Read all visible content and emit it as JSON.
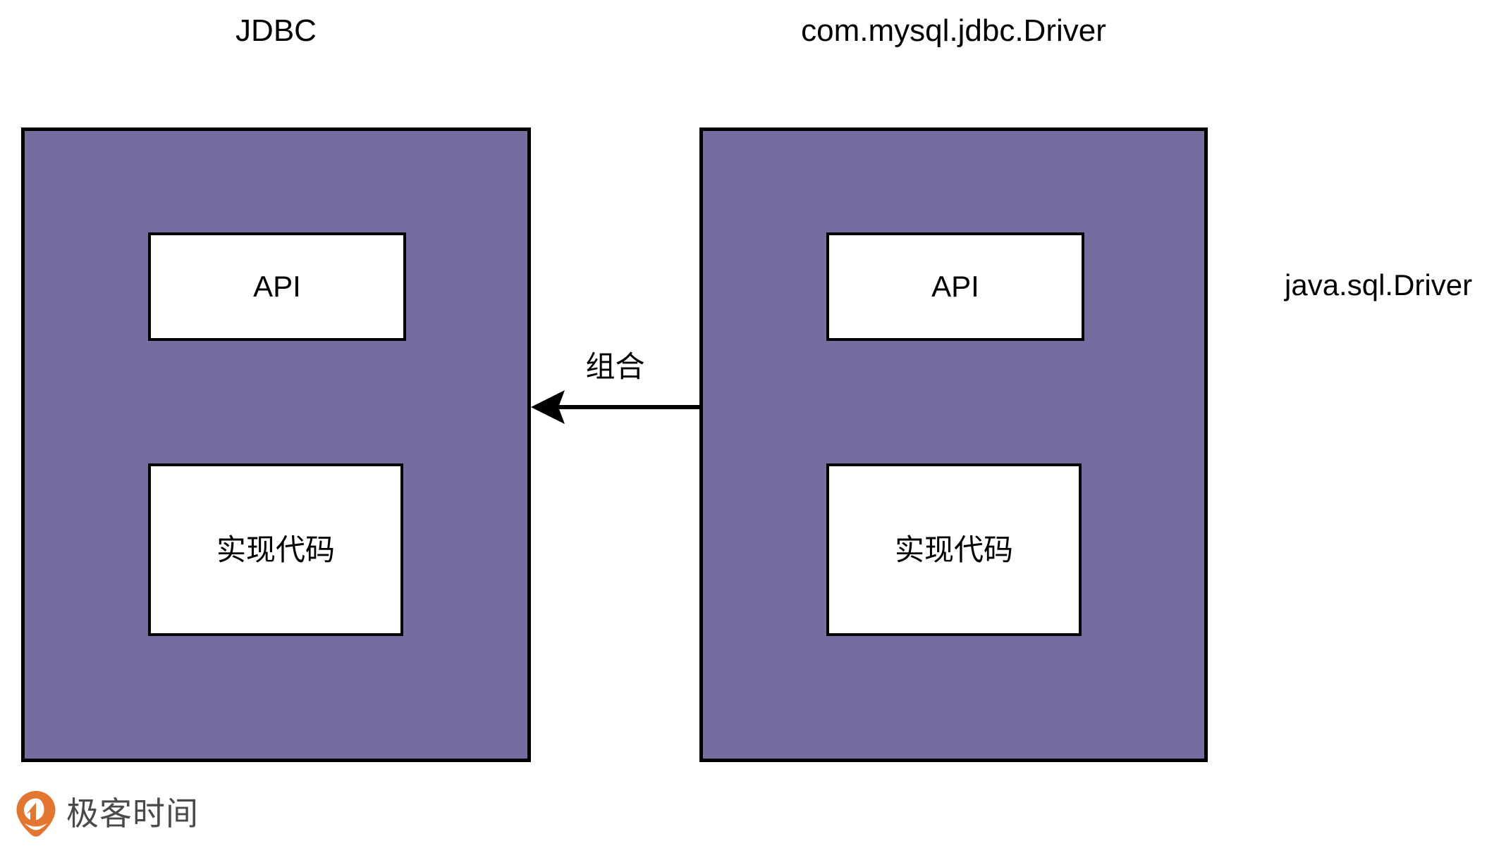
{
  "diagram": {
    "title_left": "JDBC",
    "title_right": "com.mysql.jdbc.Driver",
    "side_label_right": "java.sql.Driver",
    "relation_label": "组合",
    "colors": {
      "component_fill": "#736E9F",
      "component_border": "#000000",
      "inner_fill": "#FFFFFF",
      "inner_border": "#000000",
      "text": "#000000",
      "brand_orange": "#E2752F",
      "brand_text": "#4A4A4A",
      "background": "#FFFFFF"
    },
    "components": [
      {
        "name": "JDBC",
        "parts": [
          {
            "label": "API"
          },
          {
            "label": "实现代码"
          }
        ]
      },
      {
        "name": "com.mysql.jdbc.Driver",
        "parts": [
          {
            "label": "API"
          },
          {
            "label": "实现代码"
          }
        ]
      }
    ],
    "arrow": {
      "label": "组合",
      "direction": "right-to-left",
      "from": "com.mysql.jdbc.Driver",
      "to": "JDBC",
      "icon": "arrow-left-icon"
    }
  },
  "brand": {
    "name": "极客时间",
    "mark": "geektime-pin-icon"
  }
}
